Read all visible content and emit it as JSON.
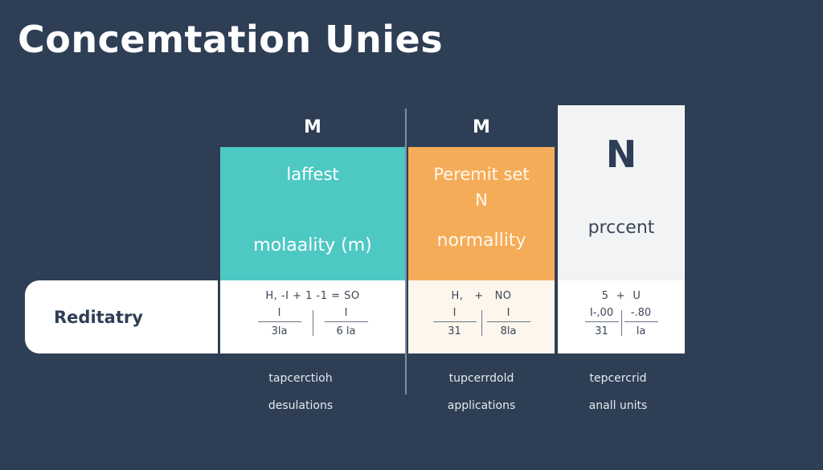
{
  "title": "Concemtation Unies",
  "row_label": "Reditatry",
  "colors": {
    "background": "#2e3e55",
    "teal": "#4ec8c3",
    "orange": "#f5ac58",
    "light": "#f2f3f4",
    "text_dark": "#2e3e55"
  },
  "columns": [
    {
      "header": "M",
      "top_line1": "laffest",
      "top_line2": "",
      "top_line3": "molaality (m)",
      "equation": "H, -I + 1 -1 = SO",
      "fractions": [
        {
          "num": "I",
          "den": "3la"
        },
        {
          "num": "I",
          "den": "6 la"
        }
      ],
      "caption_line1": "tapcerctioh",
      "caption_line2": "desulations"
    },
    {
      "header": "M",
      "top_line1": "Peremit set",
      "top_line2": "N",
      "top_line3": "normallity",
      "equation": "H,   +   NO",
      "fractions": [
        {
          "num": "I",
          "den": "31"
        },
        {
          "num": "I",
          "den": "8la"
        }
      ],
      "caption_line1": "tupcerrdold",
      "caption_line2": "applications"
    },
    {
      "header": "N",
      "top_line1": "",
      "top_line2": "",
      "top_line3": "prccent",
      "equation": "5  +  U",
      "fractions": [
        {
          "num": "I-,00",
          "den": "31"
        },
        {
          "num": "-.80",
          "den": "la"
        }
      ],
      "caption_line1": "tepcercrid",
      "caption_line2": "anall units"
    }
  ]
}
